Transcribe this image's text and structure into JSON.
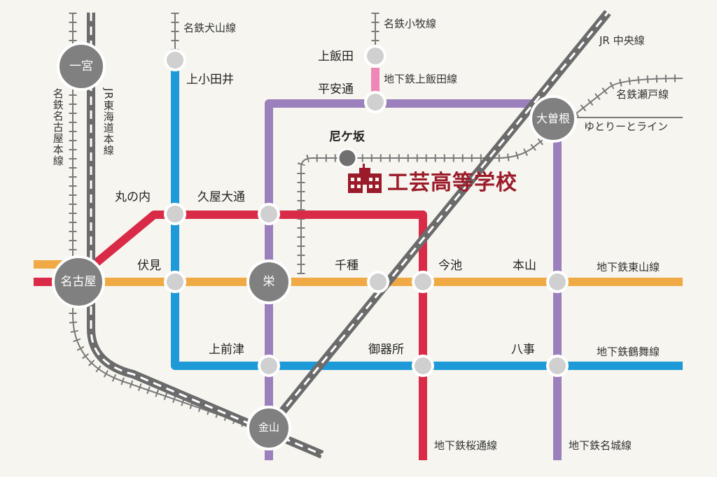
{
  "stations": {
    "ichinomiya": "一宮",
    "nagoya": "名古屋",
    "sakae": "栄",
    "kanayama": "金山",
    "ozone": "大曽根",
    "kamiotai": "上小田井",
    "marunouchi": "丸の内",
    "hisaya_odori": "久屋大通",
    "fushimi": "伏見",
    "chikusa": "千種",
    "imaike": "今池",
    "motoyama": "本山",
    "kamimaezu": "上前津",
    "gokiso": "御器所",
    "yagoto": "八事",
    "kamiiida": "上飯田",
    "heiando": "平安通",
    "amagasaka": "尼ケ坂"
  },
  "lines": {
    "meitetsu_inuyama": "名鉄犬山線",
    "meitetsu_komaki": "名鉄小牧線",
    "subway_kamiiida": "地下鉄上飯田線",
    "jr_chuo": "JR 中央線",
    "meitetsu_seto": "名鉄瀬戸線",
    "yutorito": "ゆとりーとライン",
    "meitetsu_nagoya": "名鉄名古屋本線",
    "jr_tokaido": "JR東海道本線",
    "subway_higashiyama": "地下鉄東山線",
    "subway_tsurumai": "地下鉄鶴舞線",
    "subway_sakuradori": "地下鉄桜通線",
    "subway_meijo": "地下鉄名城線"
  },
  "school": {
    "name": "工芸高等学校",
    "icon": "school-building-icon"
  },
  "colors": {
    "higashiyama": "#f0aa45",
    "tsurumai": "#1f9ad8",
    "sakuradori": "#d92b47",
    "meijo": "#9b80bd",
    "kamiiida": "#ef86b6",
    "rail_dark": "#6b6b6b",
    "rail_light": "#9a9a9a",
    "station_big": "#808080",
    "station_small": "#d0d0d0",
    "school": "#9b1b2a"
  }
}
